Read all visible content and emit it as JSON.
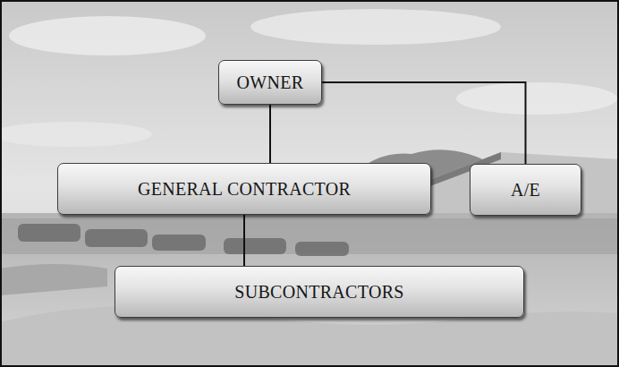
{
  "diagram": {
    "nodes": [
      {
        "text": [
          "OWNER"
        ]
      },
      {
        "text": [
          "GENERAL CONTRACTOR"
        ]
      },
      {
        "text": [
          "A/E"
        ]
      },
      {
        "text": [
          "SUBCONTRACTORS"
        ]
      }
    ],
    "edges": [
      {
        "from": 0,
        "to": 1,
        "arrow": "none"
      },
      {
        "from": 0,
        "to": 2,
        "arrow": "none"
      },
      {
        "from": 1,
        "to": 3,
        "arrow": "none"
      }
    ]
  }
}
